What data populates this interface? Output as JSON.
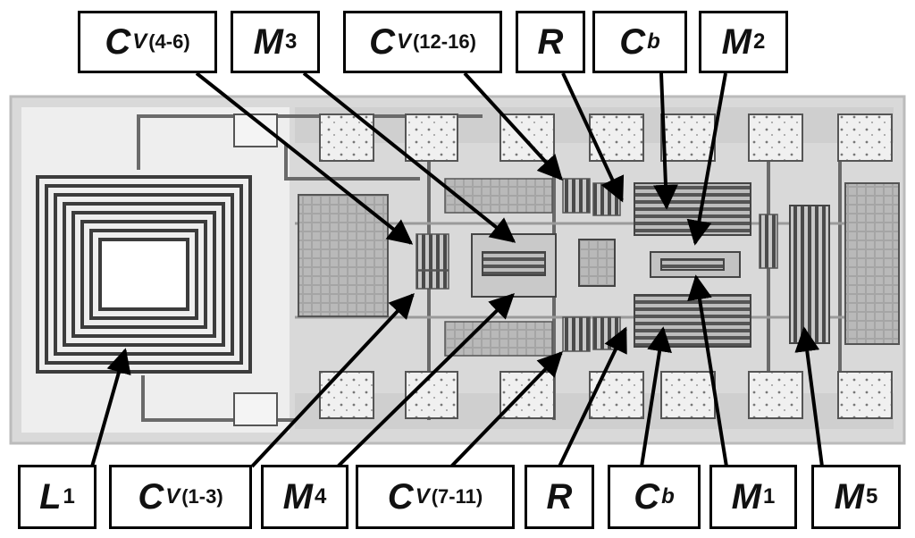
{
  "labels": {
    "cv_4_6": {
      "main": "C",
      "sub_italic": "V",
      "sub_rest": " (4-6)"
    },
    "m3": {
      "main": "M",
      "sub": "3"
    },
    "cv_12_16": {
      "main": "C",
      "sub_italic": "V",
      "sub_rest": "(12-16)"
    },
    "r_top": {
      "main": "R"
    },
    "cb_top": {
      "main": "C",
      "sub_italic": "b"
    },
    "m2": {
      "main": "M",
      "sub": "2"
    },
    "l1": {
      "main": "L",
      "sub": "1"
    },
    "cv_1_3": {
      "main": "C",
      "sub_italic": "V",
      "sub_rest": " (1-3)"
    },
    "m4": {
      "main": "M",
      "sub": "4"
    },
    "cv_7_11": {
      "main": "C",
      "sub_italic": "V",
      "sub_rest": " (7-11)"
    },
    "r_bottom": {
      "main": "R"
    },
    "cb_bottom": {
      "main": "C",
      "sub_italic": "b"
    },
    "m1": {
      "main": "M",
      "sub": "1"
    },
    "m5": {
      "main": "M",
      "sub": "5"
    }
  },
  "colors": {
    "chip_bg": "#d8d8d8",
    "metal": "#8a8a8a",
    "dark": "#3a3a3a",
    "light": "#f2f2f2"
  }
}
